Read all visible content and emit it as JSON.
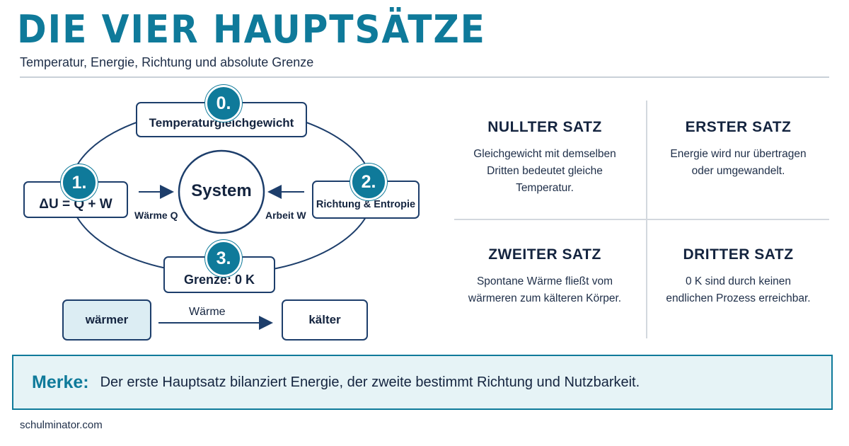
{
  "header": {
    "title": "DIE VIER HAUPTSÄTZE",
    "subtitle": "Temperatur, Energie, Richtung und absolute Grenze"
  },
  "diagram": {
    "center": "System",
    "nodes": [
      {
        "number": "0.",
        "label": "Temperaturgleichgewicht"
      },
      {
        "number": "1.",
        "label": "ΔU = Q + W"
      },
      {
        "number": "2.",
        "label": "Richtung & Entropie"
      },
      {
        "number": "3.",
        "label": "Grenze: 0 K"
      }
    ],
    "arrow_left_label": "Wärme Q",
    "arrow_right_label": "Arbeit W",
    "flow": {
      "from": "wärmer",
      "to": "kälter",
      "label": "Wärme"
    }
  },
  "cards": [
    {
      "title": "NULLTER SATZ",
      "lines": [
        "Gleichgewicht mit demselben",
        "Dritten bedeutet gleiche",
        "Temperatur."
      ]
    },
    {
      "title": "ERSTER SATZ",
      "lines": [
        "Energie wird nur übertragen",
        "oder umgewandelt."
      ]
    },
    {
      "title": "ZWEITER SATZ",
      "lines": [
        "Spontane Wärme fließt vom",
        "wärmeren zum kälteren Körper."
      ]
    },
    {
      "title": "DRITTER SATZ",
      "lines": [
        "0 K sind durch keinen",
        "endlichen Prozess erreichbar."
      ]
    }
  ],
  "merke": {
    "label": "Merke:",
    "text": "Der erste Hauptsatz bilanziert Energie, der zweite bestimmt Richtung und Nutzbarkeit."
  },
  "footer": "schulminator.com",
  "colors": {
    "accent": "#0f7a9a",
    "navy": "#1d3e6b",
    "light": "#e6f3f6"
  }
}
